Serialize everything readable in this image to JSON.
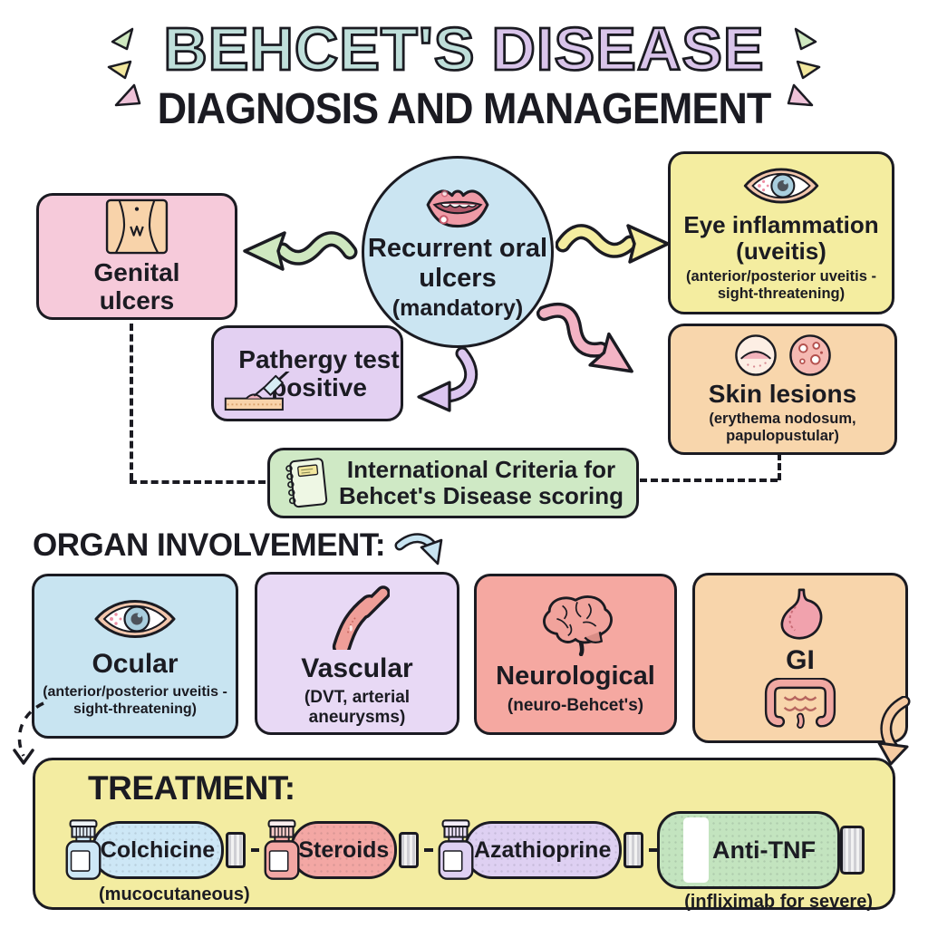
{
  "header": {
    "title_accent1": "BEHCET'S",
    "title_accent2": "DISEASE",
    "subtitle": "DIAGNOSIS AND MANAGEMENT",
    "title_color1": "#bfdfda",
    "title_color2": "#d9c4ea"
  },
  "diagnosis": {
    "central_node": {
      "label": "Recurrent oral ulcers",
      "sublabel": "(mandatory)",
      "icon": "mouth-ulcer-icon",
      "color": "#cbe5f2"
    },
    "genital": {
      "label": "Genital ulcers",
      "icon": "groin-icon",
      "color": "#f6cada"
    },
    "eye": {
      "label": "Eye inflammation (uveitis)",
      "note": "(anterior/posterior uveitis - sight-threatening)",
      "icon": "eye-icon",
      "color": "#f4eda0"
    },
    "pathergy": {
      "label": "Pathergy test positive",
      "icon": "pathergy-syringe-icon",
      "color": "#e3d0f2"
    },
    "skin": {
      "label": "Skin lesions",
      "note": "(erythema nodosum, papulopustular)",
      "icon": "skin-lesion-icons",
      "color": "#f8d6ac"
    },
    "scoring": {
      "label": "International Criteria for Behcet's Disease scoring",
      "icon": "notebook-icon",
      "color": "#cfe9c5"
    }
  },
  "organ_involvement": {
    "heading": "ORGAN INVOLVEMENT:",
    "organs": [
      {
        "label": "Ocular",
        "note": "(anterior/posterior uveitis - sight-threatening)",
        "icon": "eye-icon",
        "color": "#c8e4f1"
      },
      {
        "label": "Vascular",
        "note": "(DVT, arterial aneurysms)",
        "icon": "blood-vessel-icon",
        "color": "#e8d9f5"
      },
      {
        "label": "Neurological",
        "note": "(neuro-Behcet's)",
        "icon": "brain-icon",
        "color": "#f5a8a1"
      },
      {
        "label": "GI",
        "icon": "stomach-intestine-icons",
        "color": "#f8d5ab"
      }
    ]
  },
  "treatment": {
    "heading": "TREATMENT:",
    "banner_color": "#f3eca1",
    "drugs": [
      {
        "label": "Colchicine",
        "note": "(mucocutaneous)",
        "icon": "pill-bottle-icon",
        "color": "#cde7f6"
      },
      {
        "label": "Steroids",
        "icon": "pill-bottle-icon",
        "color": "#f3a7a4"
      },
      {
        "label": "Azathioprine",
        "icon": "pill-bottle-icon",
        "color": "#ded0f2"
      },
      {
        "label": "Anti-TNF",
        "note": "(infliximab for severe)",
        "icon": "infusion-bottle-icon",
        "color": "#c3e4bf"
      }
    ]
  },
  "decorations": {
    "arrows": [
      {
        "name": "green-wavy-arrow-left",
        "color": "#cfe8c0"
      },
      {
        "name": "yellow-wavy-arrow-right",
        "color": "#f4eda0"
      },
      {
        "name": "pink-wavy-arrow-downright",
        "color": "#f3b3c4"
      },
      {
        "name": "purple-hook-arrow",
        "color": "#dcc6f0"
      },
      {
        "name": "blue-curl-arrow",
        "color": "#c8e4f1"
      },
      {
        "name": "orange-curl-arrow",
        "color": "#f6cba2"
      },
      {
        "name": "dashed-curve-arrow",
        "color": "#1b1b22"
      }
    ],
    "sparkle_colors": [
      "#cfe8c0",
      "#f2e79e",
      "#eec2d8"
    ]
  }
}
